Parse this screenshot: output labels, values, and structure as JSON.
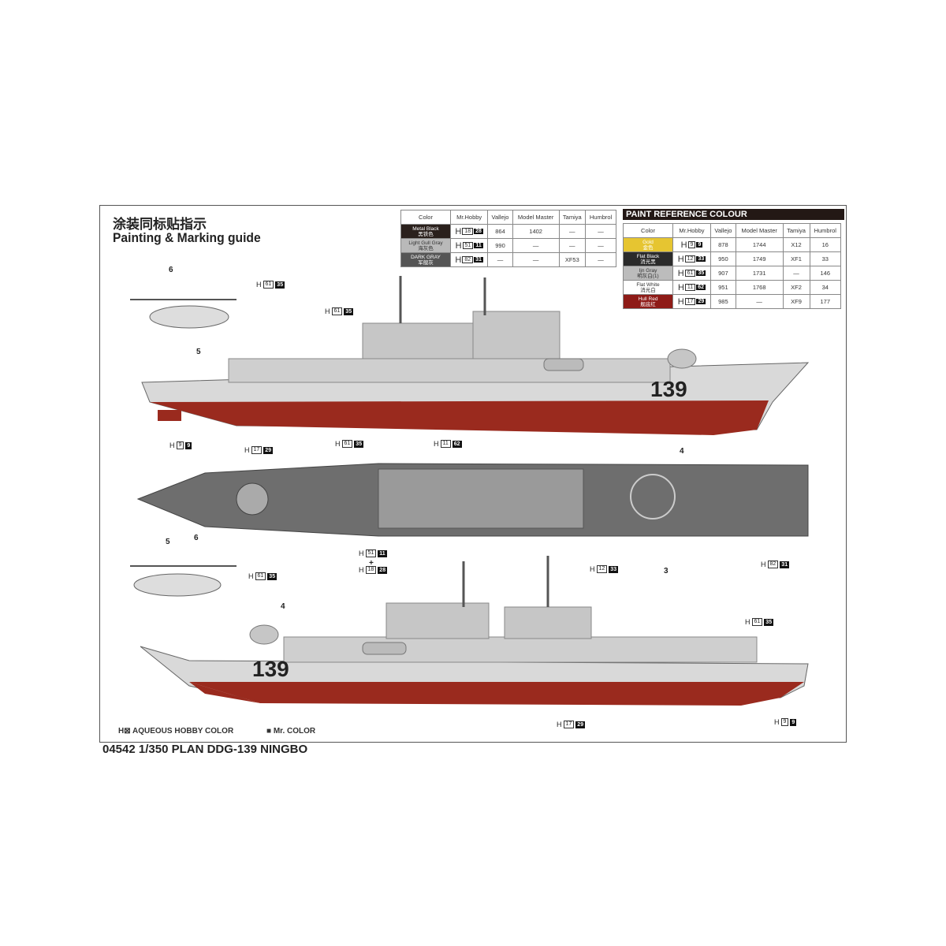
{
  "title_cn": "涂装同标贴指示",
  "title_en": "Painting & Marking guide",
  "table1": {
    "headers": [
      "Color",
      "Mr.Hobby",
      "Vallejo",
      "Model Master",
      "Tamiya",
      "Humbrol"
    ],
    "rows": [
      {
        "name": "Metal Black",
        "cn": "黑铁色",
        "color": "#2a201c",
        "h": "18",
        "m": "28",
        "vallejo": "864",
        "mm": "1402",
        "tamiya": "—",
        "humbrol": "—"
      },
      {
        "name": "Light Gull Gray",
        "cn": "海灰色",
        "color": "#b9b9b9",
        "h": "51",
        "m": "11",
        "vallejo": "990",
        "mm": "—",
        "tamiya": "—",
        "humbrol": "—"
      },
      {
        "name": "DARK GRAY",
        "cn": "军舰灰",
        "color": "#555555",
        "h": "82",
        "m": "31",
        "vallejo": "—",
        "mm": "—",
        "tamiya": "XF53",
        "humbrol": "—"
      }
    ]
  },
  "table2": {
    "title": "PAINT  REFERENCE COLOUR",
    "headers": [
      "Color",
      "Mr.Hobby",
      "Vallejo",
      "Model Master",
      "Tamiya",
      "Humbrol"
    ],
    "rows": [
      {
        "name": "Gold",
        "cn": "金色",
        "color": "#e6c531",
        "h": "9",
        "m": "9",
        "vallejo": "878",
        "mm": "1744",
        "tamiya": "X12",
        "humbrol": "16"
      },
      {
        "name": "Flat Black",
        "cn": "消光黑",
        "color": "#2b2b2b",
        "h": "12",
        "m": "33",
        "vallejo": "950",
        "mm": "1749",
        "tamiya": "XF1",
        "humbrol": "33"
      },
      {
        "name": "Ijn Gray",
        "cn": "明灰白(1)",
        "color": "#bcbcbc",
        "h": "61",
        "m": "35",
        "vallejo": "907",
        "mm": "1731",
        "tamiya": "—",
        "humbrol": "146"
      },
      {
        "name": "Flat White",
        "cn": "消光白",
        "color": "#ffffff",
        "h": "11",
        "m": "62",
        "vallejo": "951",
        "mm": "1768",
        "tamiya": "XF2",
        "humbrol": "34"
      },
      {
        "name": "Hull Red",
        "cn": "舰底红",
        "color": "#8e1b17",
        "h": "17",
        "m": "29",
        "vallejo": "985",
        "mm": "—",
        "tamiya": "XF9",
        "humbrol": "177"
      }
    ]
  },
  "callouts": [
    {
      "h": "61",
      "m": "35"
    },
    {
      "h": "61",
      "m": "35"
    },
    {
      "h": "9",
      "m": "9"
    },
    {
      "h": "17",
      "m": "29"
    },
    {
      "h": "61",
      "m": "35"
    },
    {
      "h": "11",
      "m": "62"
    },
    {
      "h": "51",
      "m": "11"
    },
    {
      "h": "18",
      "m": "28"
    },
    {
      "h": "82",
      "m": "31"
    },
    {
      "h": "61",
      "m": "35"
    },
    {
      "h": "12",
      "m": "33"
    },
    {
      "h": "61",
      "m": "35"
    },
    {
      "h": "17",
      "m": "29"
    },
    {
      "h": "9",
      "m": "9"
    }
  ],
  "h_letter": "H",
  "markers": [
    "6",
    "5",
    "4",
    "3",
    "5",
    "6",
    "4",
    "+"
  ],
  "hull_number": "139",
  "legend": {
    "aqueous": "H⊠ AQUEOUS HOBBY COLOR",
    "mr": "■ Mr. COLOR"
  },
  "footer": "04542 1/350 PLAN DDG-139 NINGBO",
  "colors": {
    "hull_red": "#9a2a1e",
    "hull_gray": "#d9d9d9",
    "deck": "#6e6e6e"
  }
}
